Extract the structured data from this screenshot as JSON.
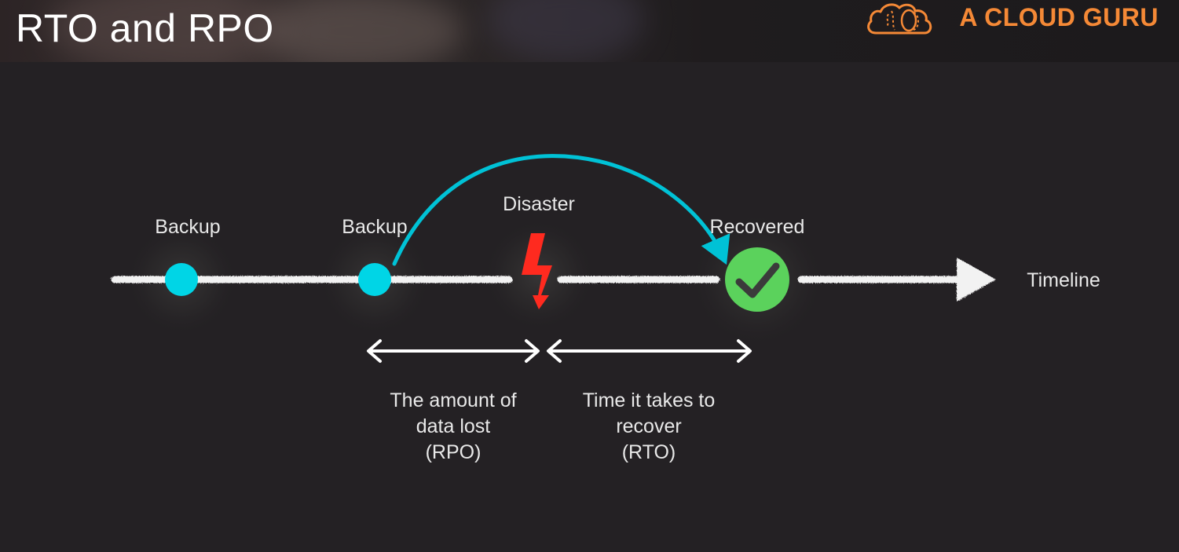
{
  "slide": {
    "title": "RTO and RPO"
  },
  "brand": {
    "name": "A CLOUD GURU",
    "logo_icon": "cloud-logo-icon",
    "color": "#f58936"
  },
  "timeline": {
    "label": "Timeline",
    "events": [
      {
        "label": "Backup",
        "icon": "backup-dot-icon",
        "color": "#00d5e6"
      },
      {
        "label": "Backup",
        "icon": "backup-dot-icon",
        "color": "#00d5e6"
      },
      {
        "label": "Disaster",
        "icon": "lightning-bolt-icon",
        "color": "#ff2a1f"
      },
      {
        "label": "Recovered",
        "icon": "check-circle-icon",
        "color": "#5bd25c"
      }
    ]
  },
  "spans": {
    "rpo": {
      "line1": "The amount of",
      "line2": "data lost",
      "line3": "(RPO)"
    },
    "rto": {
      "line1": "Time it takes to",
      "line2": "recover",
      "line3": "(RTO)"
    }
  },
  "colors": {
    "background": "#242124",
    "accent": "#00c2d6",
    "text": "#e9e9e9"
  }
}
